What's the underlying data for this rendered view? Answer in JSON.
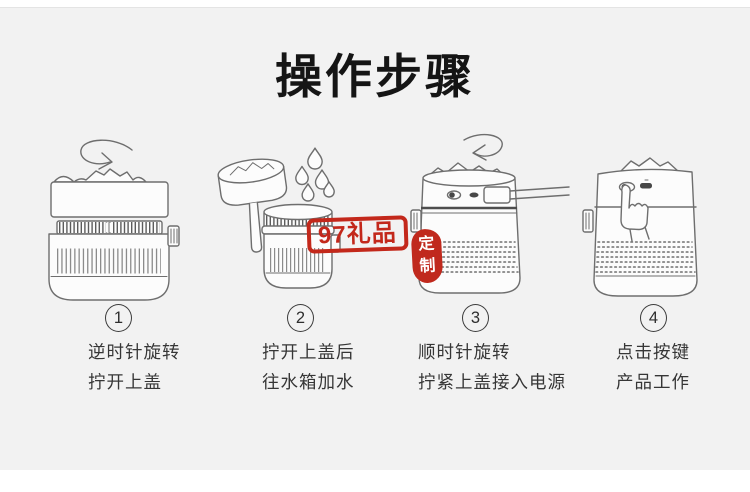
{
  "title": "操作步骤",
  "watermark": {
    "brand": "97礼品",
    "seal_char_top": "定",
    "seal_char_bottom": "制"
  },
  "steps": [
    {
      "number": "1",
      "illustration": "rotate-counterclockwise-open-lid",
      "caption_line1": "逆时针旋转",
      "caption_line2": "拧开上盖"
    },
    {
      "number": "2",
      "illustration": "lid-removed-add-water-to-tank",
      "caption_line1": "拧开上盖后",
      "caption_line2": "往水箱加水"
    },
    {
      "number": "3",
      "illustration": "rotate-clockwise-connect-power",
      "caption_line1": "顺时针旋转",
      "caption_line2": "拧紧上盖接入电源"
    },
    {
      "number": "4",
      "illustration": "press-button-product-works",
      "caption_line1": "点击按键",
      "caption_line2": "产品工作"
    }
  ],
  "colors": {
    "page_background": "#ffffff",
    "panel_background": "#f2f2f2",
    "watermark_red": "#c3281b",
    "line_art": "#6e6e6e",
    "caption_text": "#363636",
    "title_text": "#151515"
  }
}
